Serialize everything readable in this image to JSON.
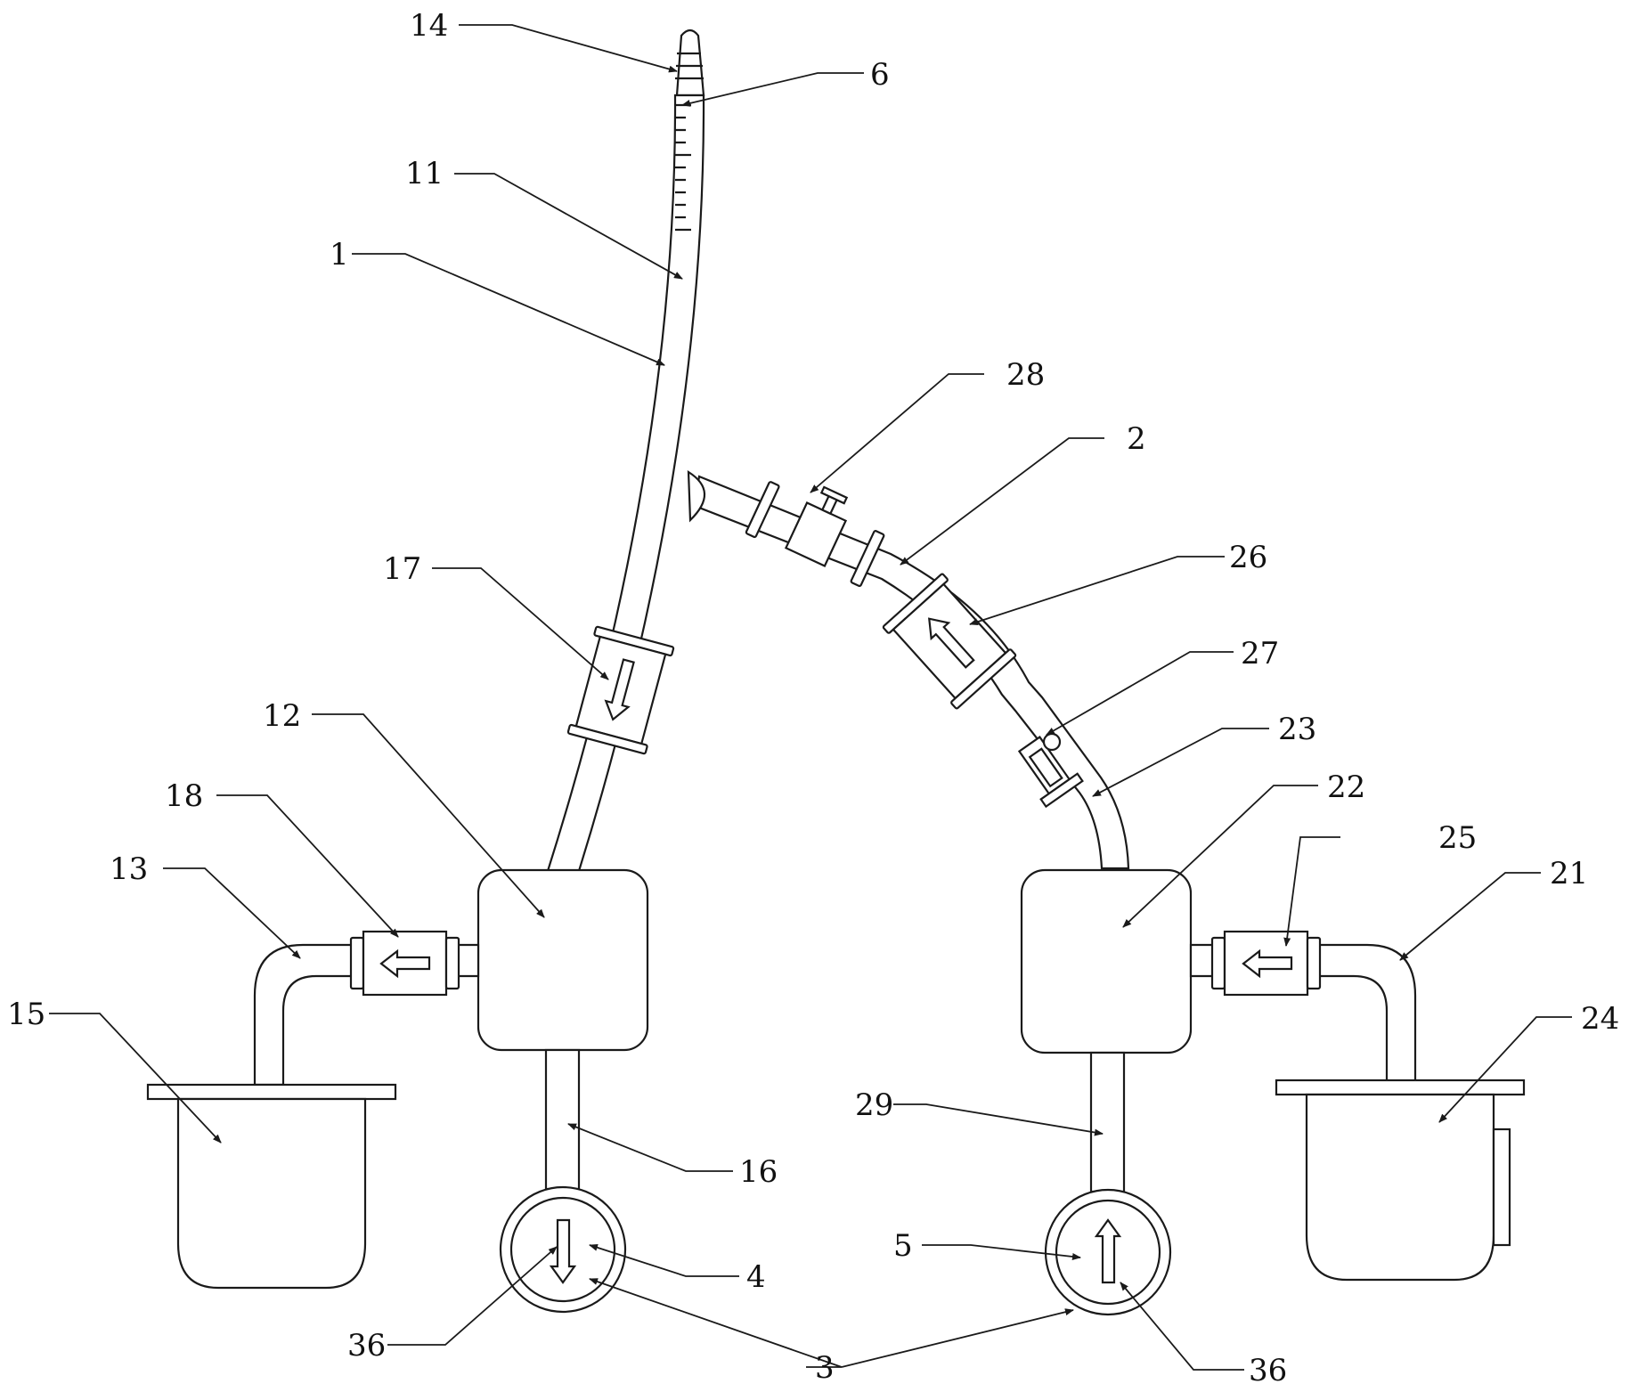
{
  "colors": {
    "line": "#1a1a1a",
    "background": "#ffffff"
  },
  "labels": {
    "l1": "1",
    "l2": "2",
    "l3": "3",
    "l4": "4",
    "l5": "5",
    "l6": "6",
    "l11": "11",
    "l12": "12",
    "l13": "13",
    "l14": "14",
    "l15": "15",
    "l16": "16",
    "l17": "17",
    "l18": "18",
    "l21": "21",
    "l22": "22",
    "l23": "23",
    "l24": "24",
    "l25": "25",
    "l26": "26",
    "l27": "27",
    "l28": "28",
    "l29": "29",
    "l36a": "36",
    "l36b": "36"
  }
}
